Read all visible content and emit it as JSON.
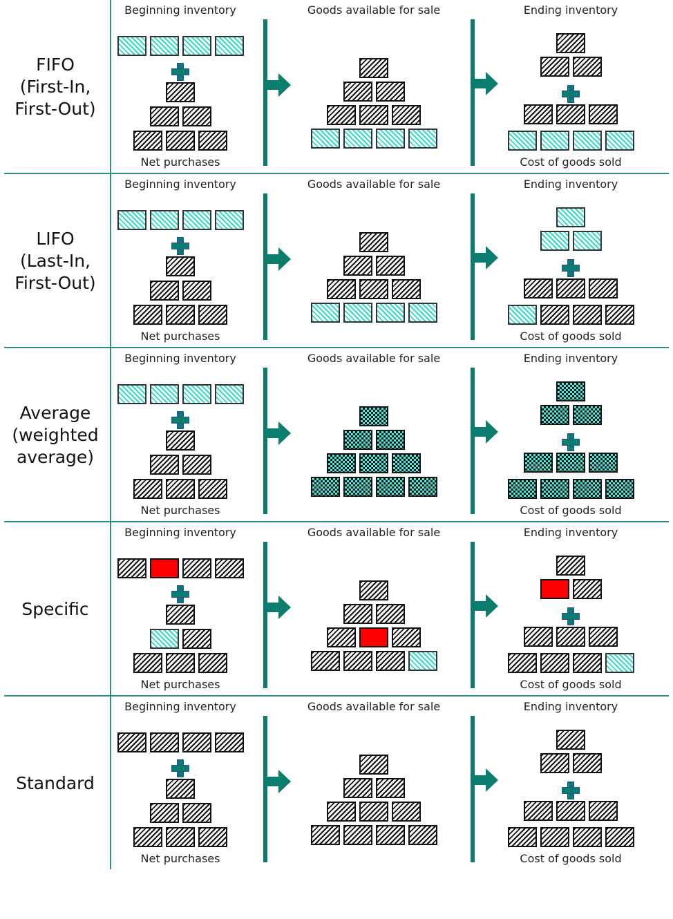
{
  "diagram": {
    "columns": {
      "beginning": "Beginning inventory",
      "purchases": "Net purchases",
      "available": "Goods available for sale",
      "ending": "Ending inventory",
      "cogs": "Cost of goods sold"
    },
    "legend_colors": {
      "divider_teal": "#0b7d6e",
      "grid_line": "#2a8f80",
      "old_units_cyan": "#2fd9c9",
      "new_units_black": "#111111",
      "average_checker": "#3ff0e0",
      "specific_red": "#ff0000"
    },
    "rows": [
      {
        "id": "fifo",
        "label_lines": [
          "FIFO",
          "(First-In,",
          "First-Out)"
        ],
        "beginning": [
          "cyan",
          "cyan",
          "cyan",
          "cyan"
        ],
        "purchases": [
          [
            "black"
          ],
          [
            "black",
            "black"
          ],
          [
            "black",
            "black",
            "black"
          ]
        ],
        "available": [
          [
            "black"
          ],
          [
            "black",
            "black"
          ],
          [
            "black",
            "black",
            "black"
          ],
          [
            "cyan",
            "cyan",
            "cyan",
            "cyan"
          ]
        ],
        "ending": [
          [
            "black"
          ],
          [
            "black",
            "black"
          ]
        ],
        "cogs": [
          [
            "black",
            "black",
            "black"
          ],
          [
            "cyan",
            "cyan",
            "cyan",
            "cyan"
          ]
        ]
      },
      {
        "id": "lifo",
        "label_lines": [
          "LIFO",
          "(Last-In,",
          "First-Out)"
        ],
        "beginning": [
          "cyan",
          "cyan",
          "cyan",
          "cyan"
        ],
        "purchases": [
          [
            "black"
          ],
          [
            "black",
            "black"
          ],
          [
            "black",
            "black",
            "black"
          ]
        ],
        "available": [
          [
            "black"
          ],
          [
            "black",
            "black"
          ],
          [
            "black",
            "black",
            "black"
          ],
          [
            "cyan",
            "cyan",
            "cyan",
            "cyan"
          ]
        ],
        "ending": [
          [
            "cyan"
          ],
          [
            "cyan",
            "cyan"
          ]
        ],
        "cogs": [
          [
            "black",
            "black",
            "black"
          ],
          [
            "cyan",
            "black",
            "black",
            "black"
          ]
        ]
      },
      {
        "id": "average",
        "label_lines": [
          "Average",
          "(weighted",
          "average)"
        ],
        "beginning": [
          "cyan",
          "cyan",
          "cyan",
          "cyan"
        ],
        "purchases": [
          [
            "black"
          ],
          [
            "black",
            "black"
          ],
          [
            "black",
            "black",
            "black"
          ]
        ],
        "available": [
          [
            "check"
          ],
          [
            "check",
            "check"
          ],
          [
            "check",
            "check",
            "check"
          ],
          [
            "check",
            "check",
            "check",
            "check"
          ]
        ],
        "ending": [
          [
            "check"
          ],
          [
            "check",
            "check"
          ]
        ],
        "cogs": [
          [
            "check",
            "check",
            "check"
          ],
          [
            "check",
            "check",
            "check",
            "check"
          ]
        ]
      },
      {
        "id": "specific",
        "label_lines": [
          "Specific"
        ],
        "beginning": [
          "black",
          "red",
          "black",
          "black"
        ],
        "purchases": [
          [
            "black"
          ],
          [
            "cyan",
            "black"
          ],
          [
            "black",
            "black",
            "black"
          ]
        ],
        "available": [
          [
            "black"
          ],
          [
            "black",
            "black"
          ],
          [
            "black",
            "red",
            "black"
          ],
          [
            "black",
            "black",
            "black",
            "cyan"
          ]
        ],
        "ending": [
          [
            "black"
          ],
          [
            "red",
            "black"
          ]
        ],
        "cogs": [
          [
            "black",
            "black",
            "black"
          ],
          [
            "black",
            "black",
            "black",
            "cyan"
          ]
        ]
      },
      {
        "id": "standard",
        "label_lines": [
          "Standard"
        ],
        "beginning": [
          "black",
          "black",
          "black",
          "black"
        ],
        "purchases": [
          [
            "black"
          ],
          [
            "black",
            "black"
          ],
          [
            "black",
            "black",
            "black"
          ]
        ],
        "available": [
          [
            "black"
          ],
          [
            "black",
            "black"
          ],
          [
            "black",
            "black",
            "black"
          ],
          [
            "black",
            "black",
            "black",
            "black"
          ]
        ],
        "ending": [
          [
            "black"
          ],
          [
            "black",
            "black"
          ]
        ],
        "cogs": [
          [
            "black",
            "black",
            "black"
          ],
          [
            "black",
            "black",
            "black",
            "black"
          ]
        ]
      }
    ]
  }
}
